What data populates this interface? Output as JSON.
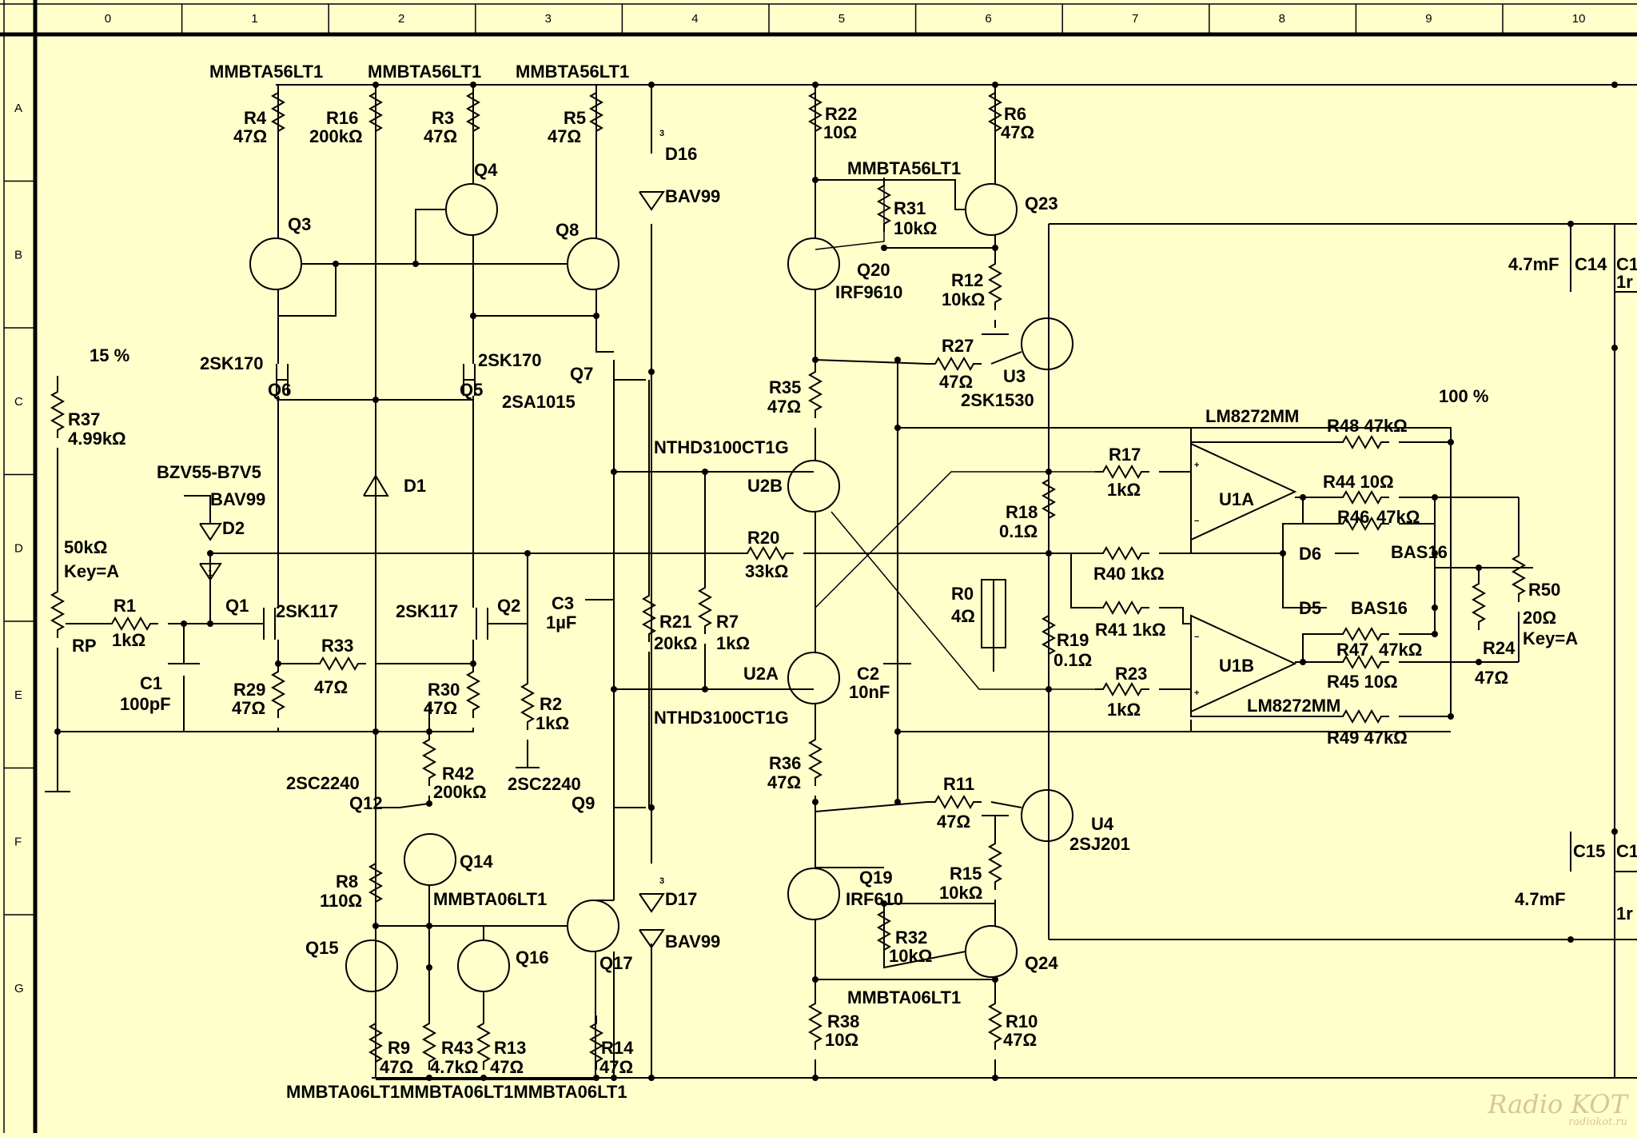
{
  "ruler": {
    "columns": [
      "0",
      "1",
      "2",
      "3",
      "4",
      "5",
      "6",
      "7",
      "8",
      "9",
      "10"
    ],
    "rows": [
      "A",
      "B",
      "C",
      "D",
      "E",
      "F",
      "G"
    ]
  },
  "labels": {
    "top_q3": "MMBTA56LT1",
    "top_q4": "MMBTA56LT1",
    "top_q8": "MMBTA56LT1",
    "R4": "R4",
    "R4v": "47Ω",
    "R16": "R16",
    "R16v": "200kΩ",
    "R3": "R3",
    "R3v": "47Ω",
    "R5": "R5",
    "R5v": "47Ω",
    "D16": "D16",
    "D16p": "BAV99",
    "Q4": "Q4",
    "Q3": "Q3",
    "Q8": "Q8",
    "R22": "R22",
    "R22v": "10Ω",
    "R6": "R6",
    "R6v": "47Ω",
    "Q23p": "MMBTA56LT1",
    "R31": "R31",
    "R31v": "10kΩ",
    "Q23": "Q23",
    "Q20": "Q20",
    "Q20p": "IRF9610",
    "R12": "R12",
    "R12v": "10kΩ",
    "C14v": "4.7mF",
    "C14": "C14",
    "C1x": "C1",
    "C1xv": "1r",
    "pct15": "15 %",
    "pct100": "100 %",
    "Q6p": "2SK170",
    "Q5p": "2SK170",
    "Q6": "Q6",
    "Q5": "Q5",
    "Q7": "Q7",
    "Q7p": "2SA1015",
    "R35": "R35",
    "R35v": "47Ω",
    "R27": "R27",
    "R27v": "47Ω",
    "U3": "U3",
    "U3p": "2SK1530",
    "R37": "R37",
    "R37v": "4.99kΩ",
    "D1": "D1",
    "D2z": "BZV55-B7V5",
    "D2p": "BAV99",
    "D2": "D2",
    "U2B": "U2B",
    "U2part": "NTHD3100CT1G",
    "LM1": "LM8272MM",
    "R48": "R48 47kΩ",
    "R17": "R17",
    "R17v": "1kΩ",
    "U1A": "U1A",
    "R44": "R44 10Ω",
    "R46": "R46",
    "R46v": "47kΩ",
    "R18": "R18",
    "R18v": "0.1Ω",
    "RPv": "50kΩ",
    "RPkey": "Key=A",
    "RP": "RP",
    "R20": "R20",
    "R20v": "33kΩ",
    "D6": "D6",
    "D6p": "BAS16",
    "R40": "R40 1kΩ",
    "R50": "R50",
    "R50v": "20Ω",
    "R50key": "Key=A",
    "R1": "R1",
    "R1v": "1kΩ",
    "Q1": "Q1",
    "Q1p": "2SK117",
    "Q2p": "2SK117",
    "Q2": "Q2",
    "C3": "C3",
    "C3v": "1µF",
    "R21": "R21",
    "R21v": "20kΩ",
    "R7": "R7",
    "R7v": "1kΩ",
    "R0": "R0",
    "R0v": "4Ω",
    "D5": "D5",
    "D5p": "BAS16",
    "R41": "R41 1kΩ",
    "R19": "R19",
    "R19v": "0.1Ω",
    "U1B": "U1B",
    "R47": "R47",
    "R47v": "47kΩ",
    "R24": "R24",
    "R24v": "47Ω",
    "R33": "R33",
    "R33v": "47Ω",
    "C1": "C1",
    "C1v": "100pF",
    "R29": "R29",
    "R29v": "47Ω",
    "R30": "R30",
    "R30v": "47Ω",
    "R2": "R2",
    "R2v": "1kΩ",
    "U2A": "U2A",
    "U2Apart": "NTHD3100CT1G",
    "C2": "C2",
    "C2v": "10nF",
    "R23": "R23",
    "R23v": "1kΩ",
    "R45": "R45 10Ω",
    "LM2": "LM8272MM",
    "R49": "R49 47kΩ",
    "Q12p": "2SC2240",
    "Q12": "Q12",
    "R42": "R42",
    "R42v": "200kΩ",
    "Q9p": "2SC2240",
    "Q9": "Q9",
    "R36": "R36",
    "R36v": "47Ω",
    "R11": "R11",
    "R11v": "47Ω",
    "U4": "U4",
    "U4p": "2SJ201",
    "R8": "R8",
    "R8v": "110Ω",
    "Q14": "Q14",
    "Q14p": "MMBTA06LT1",
    "D17": "D17",
    "D17p": "BAV99",
    "Q19": "Q19",
    "Q19p": "IRF610",
    "R15": "R15",
    "R15v": "10kΩ",
    "C15v": "4.7mF",
    "C15": "C15",
    "C1y": "C1",
    "C1yv": "1r",
    "Q15": "Q15",
    "Q16": "Q16",
    "Q17": "Q17",
    "R32": "R32",
    "R32v": "10kΩ",
    "Q24": "Q24",
    "Q24p": "MMBTA06LT1",
    "R38": "R38",
    "R38v": "10Ω",
    "R10": "R10",
    "R10v": "47Ω",
    "R9": "R9",
    "R9v": "47Ω",
    "R43": "R43",
    "R43v": "4.7kΩ",
    "R13": "R13",
    "R13v": "47Ω",
    "R14": "R14",
    "R14v": "47Ω",
    "bottom_parts": "MMBTA06LT1MMBTA06LT1MMBTA06LT1"
  },
  "watermark": {
    "logo": "Radio KOT",
    "site": "radiokot.ru"
  }
}
